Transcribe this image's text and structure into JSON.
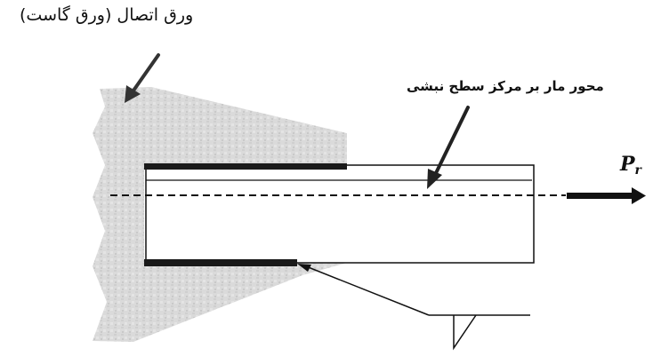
{
  "labels": {
    "gusset_plate": "ورق اتصال (ورق گاست)",
    "centroid_axis": "محور مار بر مرکز سطح نبشی",
    "force_symbol": "P",
    "force_subscript": "r"
  },
  "colors": {
    "gusset_fill": "#d6d6d6",
    "line": "#111111",
    "weld": "#1a1a1a",
    "background": "#ffffff"
  },
  "elements": {
    "gusset_plate": "hatched gray plate on left",
    "angle_member": "rectangle representing angle section",
    "welds": [
      "top weld",
      "bottom weld"
    ],
    "weld_symbol": "fillet weld symbol with leader arrow",
    "force_arrow": "tension force arrow pointing right"
  }
}
